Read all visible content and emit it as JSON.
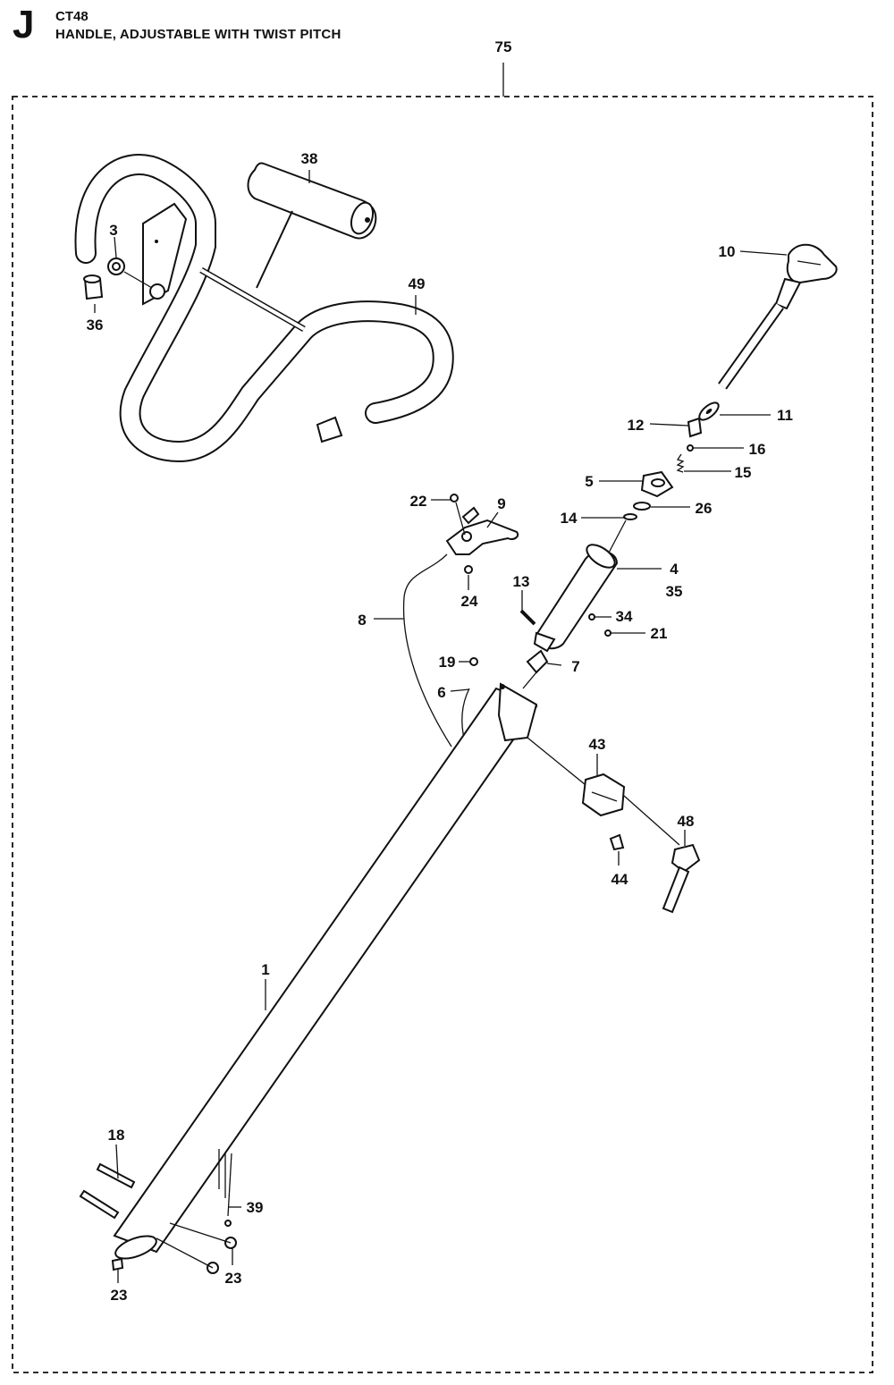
{
  "header": {
    "section_letter": "J",
    "model": "CT48",
    "title": "HANDLE, ADJUSTABLE WITH TWIST PITCH"
  },
  "callouts": {
    "c75": "75",
    "c38": "38",
    "c3": "3",
    "c36": "36",
    "c49": "49",
    "c10": "10",
    "c11": "11",
    "c12": "12",
    "c16": "16",
    "c15": "15",
    "c5": "5",
    "c26": "26",
    "c14": "14",
    "c22": "22",
    "c9": "9",
    "c24": "24",
    "c4": "4",
    "c35": "35",
    "c13": "13",
    "c34": "34",
    "c21": "21",
    "c8": "8",
    "c19": "19",
    "c7": "7",
    "c6": "6",
    "c43": "43",
    "c48": "48",
    "c44": "44",
    "c1": "1",
    "c18": "18",
    "c39": "39",
    "c23a": "23",
    "c23b": "23"
  }
}
